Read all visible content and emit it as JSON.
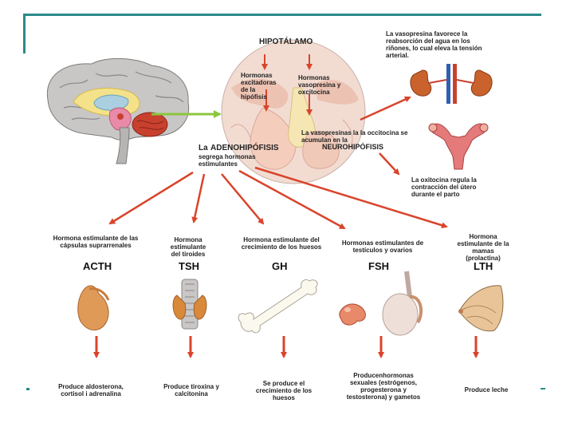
{
  "hypothalamus": {
    "title": "HIPOTÁLAMO"
  },
  "circle_labels": {
    "releasing": "Hormonas excitadoras de la hipófisis",
    "vasopressin_oxytocin": "Hormonas vasopresina y oxcitocina",
    "accumulate": "La vasopresinas la la occitocina se acumulan en la"
  },
  "neurohypophysis": "NEUROHIPÓFISIS",
  "adenohypophysis": {
    "prefix": "La",
    "name": "ADENOHIPÓFISIS",
    "desc": "segrega hormonas estimulantes"
  },
  "posterior_effects": {
    "vasopressin": "La vasopresina favorece la reabsorción del agua en los riñones, lo cual eleva la tensión arterial.",
    "oxytocin": "La oxitocina regula la contracción del útero durante el parto"
  },
  "hormones": [
    {
      "code": "ACTH",
      "name": "Hormona estimulante de las cápsulas suprarrenales",
      "effect": "Produce aldosterona, cortisol i adrenalina"
    },
    {
      "code": "TSH",
      "name": "Hormona estimulante del tiroides",
      "effect": "Produce tiroxina y calcitonina"
    },
    {
      "code": "GH",
      "name": "Hormona estimulante del crecimiento de los huesos",
      "effect": "Se produce el crecimiento de los huesos"
    },
    {
      "code": "FSH",
      "name": "Hormonas estimulantes de testículos y ovarios",
      "effect": "Producenhormonas sexuales (estrógenos, progesterona y testosterona) y gametos"
    },
    {
      "code": "LTH",
      "name": "Hormona estimulante de la mamas (prolactina)",
      "effect": "Produce leche"
    }
  ]
}
